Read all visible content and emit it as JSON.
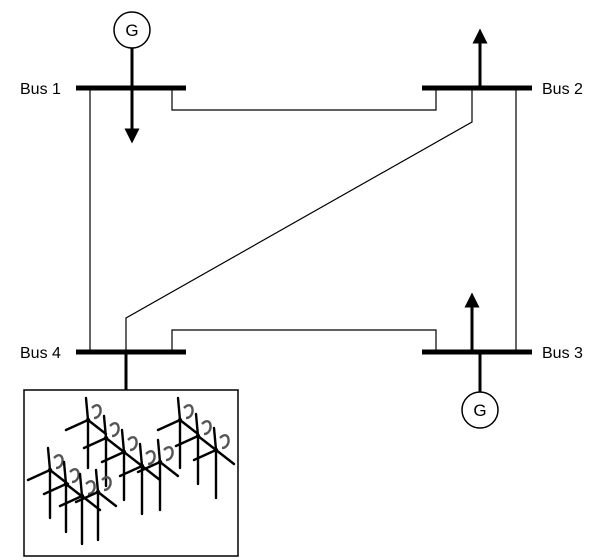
{
  "buses": {
    "bus1": "Bus 1",
    "bus2": "Bus 2",
    "bus3": "Bus 3",
    "bus4": "Bus 4"
  },
  "generators": {
    "gen1": "G",
    "gen3": "G"
  },
  "wind_farm": {
    "turbine_count": 12,
    "icon": "wind-turbine-icon"
  },
  "colors": {
    "line": "#000000",
    "background": "#ffffff"
  }
}
